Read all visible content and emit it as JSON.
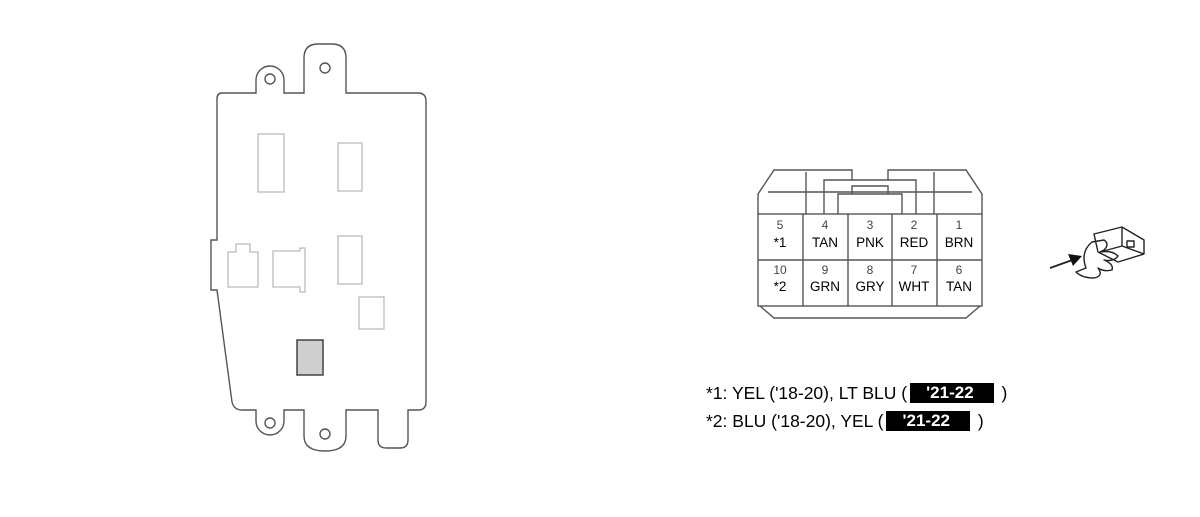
{
  "connector": {
    "pins": [
      {
        "num": "5",
        "color": "*1"
      },
      {
        "num": "4",
        "color": "TAN"
      },
      {
        "num": "3",
        "color": "PNK"
      },
      {
        "num": "2",
        "color": "RED"
      },
      {
        "num": "1",
        "color": "BRN"
      },
      {
        "num": "10",
        "color": "*2"
      },
      {
        "num": "9",
        "color": "GRN"
      },
      {
        "num": "8",
        "color": "GRY"
      },
      {
        "num": "7",
        "color": "WHT"
      },
      {
        "num": "6",
        "color": "TAN"
      }
    ]
  },
  "notes": [
    {
      "prefix": "*1: YEL ('18-20), LT BLU (",
      "badge": "'21-22",
      "suffix": ")"
    },
    {
      "prefix": "*2: BLU ('18-20), YEL (",
      "badge": "'21-22",
      "suffix": ")"
    }
  ],
  "colors": {
    "stroke": "#555555",
    "faint": "#bbbbbb",
    "highlight_fill": "#cfcfcf",
    "badge_bg": "#000000",
    "badge_text": "#ffffff"
  }
}
